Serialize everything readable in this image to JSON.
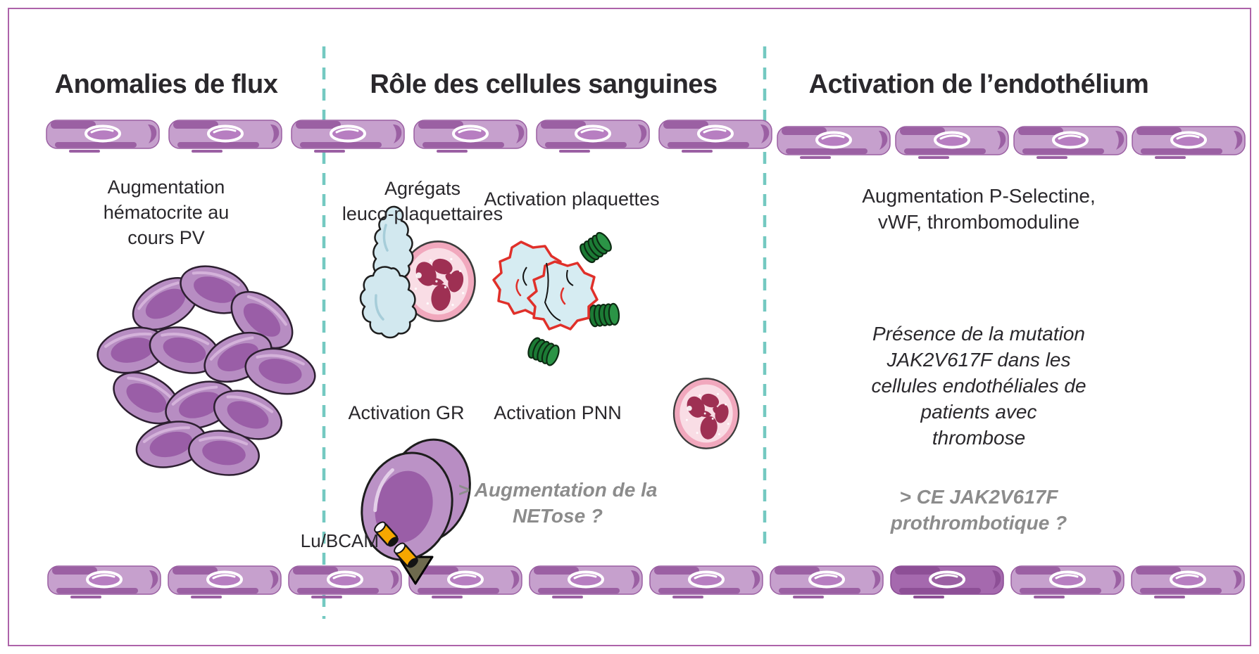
{
  "palette": {
    "ink": "#2a282c",
    "gray": "#8c8c8c",
    "teal": "#74c9c1",
    "border": "#ad63a9",
    "endothelium": "#c6a0cd",
    "endothelium_dark": "#a569ae",
    "rbc_purple": "#9a5ea7",
    "platelet_blue": "#d2e8ef",
    "activated_platelet_outline": "#e0302a",
    "granule_green": "#1c7b35",
    "receptor_yellow": "#f6a700",
    "neutrophil_pink": "#f1a8bd",
    "nucleus_maroon": "#9e3053"
  },
  "columns": {
    "flux": {
      "title": "Anomalies de flux",
      "caption": "Augmentation\nhématocrite au\ncours PV"
    },
    "blood_cells": {
      "title": "Rôle des cellules sanguines",
      "aggregates_label": "Agrégats\nleuco-plaquettaires",
      "platelet_activation_label": "Activation plaquettes",
      "rbc_activation_label": "Activation GR",
      "pnn_activation_label": "Activation PNN",
      "receptor_label": "Lu/BCAM",
      "netosis_question": "> Augmentation de la\nNETose ?"
    },
    "endothelium": {
      "title": "Activation de l’endothélium",
      "markers_caption": "Augmentation P-Selectine,\nvWF, thrombomoduline",
      "mutation_note": "Présence de la mutation\nJAK2V617F dans les\ncellules endothéliales de\npatients avec\nthrombose",
      "ce_question": "> CE JAK2V617F\nprothrombotique ?"
    }
  }
}
